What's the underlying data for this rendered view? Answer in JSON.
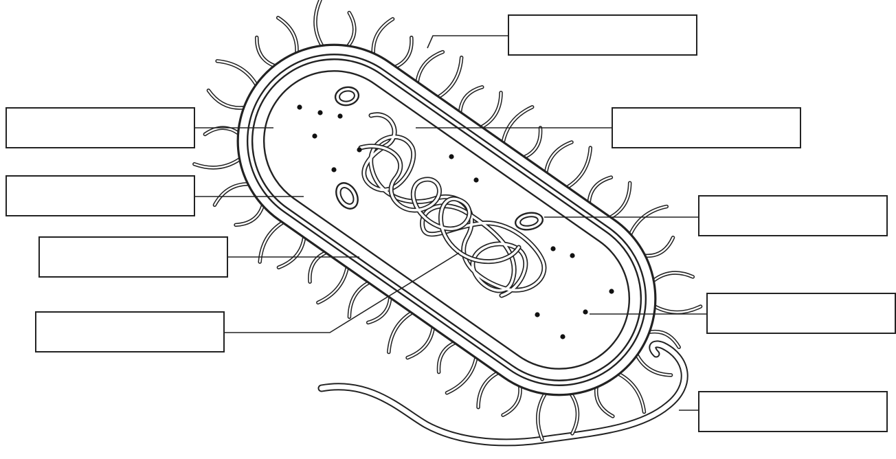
{
  "diagram": {
    "subject": "bacterial-cell",
    "colors": {
      "ink": "#222222",
      "background": "#ffffff",
      "box_fill": "#ffffff"
    },
    "labels": [
      {
        "id": "pili",
        "text": ""
      },
      {
        "id": "plasma-membrane",
        "text": ""
      },
      {
        "id": "cell-wall",
        "text": ""
      },
      {
        "id": "capsule",
        "text": ""
      },
      {
        "id": "nucleoid",
        "text": ""
      },
      {
        "id": "cytoplasm",
        "text": ""
      },
      {
        "id": "plasmid",
        "text": ""
      },
      {
        "id": "ribosomes",
        "text": ""
      },
      {
        "id": "flagellum",
        "text": ""
      }
    ]
  }
}
